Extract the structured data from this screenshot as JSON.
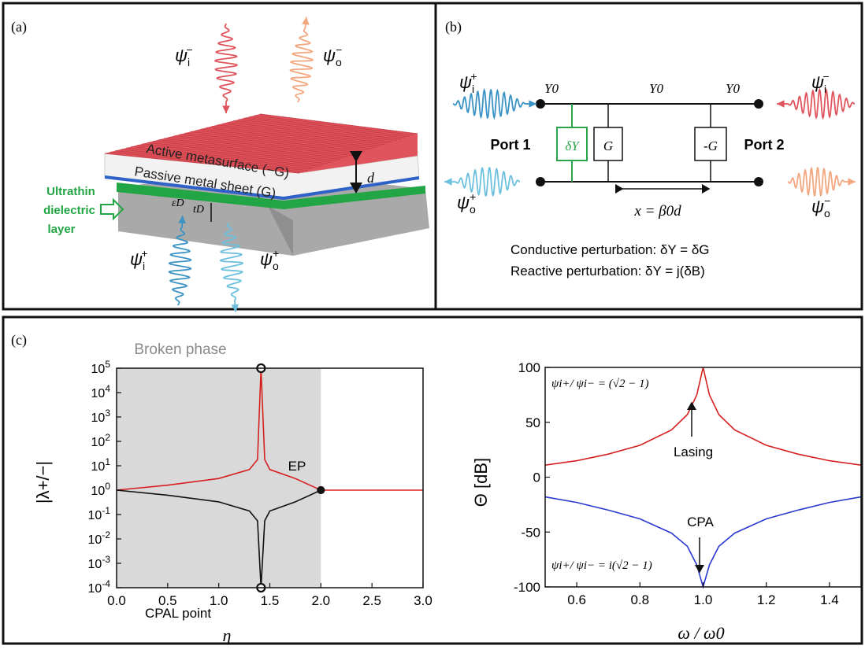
{
  "panel_a": {
    "tag": "(a)",
    "psi_i_minus": "ψ",
    "psi_o_minus": "ψ",
    "psi_i_plus": "ψ",
    "psi_o_plus": "ψ",
    "sub_i": "i",
    "sub_o": "o",
    "sup_minus": "−",
    "sup_plus": "+",
    "active_label": "Active metasurface (−G)",
    "passive_label": "Passive metal sheet (G)",
    "d_label": "d",
    "eps_label": "εD",
    "t_label": "tD",
    "dielectric_line1": "Ultrathin",
    "dielectric_line2": "dielectric",
    "dielectric_line3": "layer",
    "colors": {
      "red": "#e0555d",
      "peach": "#f4a77f",
      "blue": "#3b92c4",
      "lightblue": "#6cc0de",
      "green": "#2aa44a",
      "metal": "#2f62c8"
    }
  },
  "panel_b": {
    "tag": "(b)",
    "y0_left": "Y0",
    "y0_mid": "Y0",
    "y0_right": "Y0",
    "dY": "δY",
    "G": "G",
    "negG": "-G",
    "port1": "Port 1",
    "port2": "Port 2",
    "x_eq": "x = β0d",
    "line1": "Conductive perturbation: δY = δG",
    "line2": "Reactive perturbation: δY = j(δB)"
  },
  "panel_c": {
    "tag": "(c)",
    "broken_phase": "Broken phase",
    "ep_label": "EP",
    "cpal_label": "CPAL point",
    "lasing_label": "Lasing",
    "cpa_label": "CPA",
    "ratio_top": "ψi+/ ψi− = (√2 − 1)",
    "ratio_bottom": "ψi+/ ψi− = i(√2 − 1)"
  },
  "chart_data": [
    {
      "type": "line",
      "xlabel": "η",
      "ylabel": "|λ+/−|",
      "xlim": [
        0,
        3
      ],
      "ylim": [
        0.0001,
        100000
      ],
      "log_y": true,
      "x_ticks": [
        "0.0",
        "0.5",
        "1.0",
        "1.5",
        "2.0",
        "2.5",
        "3.0"
      ],
      "y_ticks": [
        "10-4",
        "10-3",
        "10-2",
        "10-1",
        "100",
        "101",
        "102",
        "103",
        "104",
        "105"
      ],
      "shaded_region": [
        0,
        2
      ],
      "series": [
        {
          "color": "#d62020",
          "x": [
            0,
            0.5,
            1.0,
            1.3,
            1.38,
            1.414,
            1.45,
            1.5,
            1.75,
            2.0,
            2.5,
            3.0
          ],
          "values": [
            1,
            1.6,
            3,
            7,
            18,
            100000,
            18,
            7,
            3,
            1,
            1,
            1
          ]
        },
        {
          "color": "#111111",
          "x": [
            0,
            0.5,
            1.0,
            1.3,
            1.38,
            1.414,
            1.45,
            1.5,
            1.75,
            2.0
          ],
          "values": [
            1,
            0.62,
            0.33,
            0.14,
            0.055,
            0.0001,
            0.055,
            0.14,
            0.33,
            1
          ]
        }
      ],
      "markers": [
        {
          "x": 1.414,
          "y": 100000,
          "style": "open"
        },
        {
          "x": 1.414,
          "y": 0.0001,
          "style": "open"
        },
        {
          "x": 2.0,
          "y": 1,
          "style": "filled"
        }
      ]
    },
    {
      "type": "line",
      "xlabel": "ω / ω0",
      "ylabel": "Θ [dB]",
      "xlim": [
        0.5,
        1.5
      ],
      "ylim": [
        -100,
        100
      ],
      "x_ticks": [
        "0.6",
        "0.8",
        "1.0",
        "1.2",
        "1.4"
      ],
      "y_ticks": [
        "-100",
        "-50",
        "0",
        "50",
        "100"
      ],
      "series": [
        {
          "color": "#d62020",
          "x": [
            0.5,
            0.6,
            0.7,
            0.8,
            0.9,
            0.95,
            0.98,
            1.0,
            1.02,
            1.05,
            1.1,
            1.2,
            1.3,
            1.4,
            1.5
          ],
          "values": [
            11,
            15,
            21,
            29,
            43,
            57,
            75,
            100,
            75,
            57,
            43,
            29,
            21,
            15,
            11
          ]
        },
        {
          "color": "#2a3ad0",
          "x": [
            0.5,
            0.6,
            0.7,
            0.8,
            0.9,
            0.95,
            0.98,
            1.0,
            1.02,
            1.05,
            1.1,
            1.2,
            1.3,
            1.4,
            1.5
          ],
          "values": [
            -18,
            -23,
            -30,
            -38,
            -51,
            -63,
            -80,
            -100,
            -80,
            -63,
            -51,
            -38,
            -30,
            -23,
            -18
          ]
        }
      ]
    }
  ]
}
